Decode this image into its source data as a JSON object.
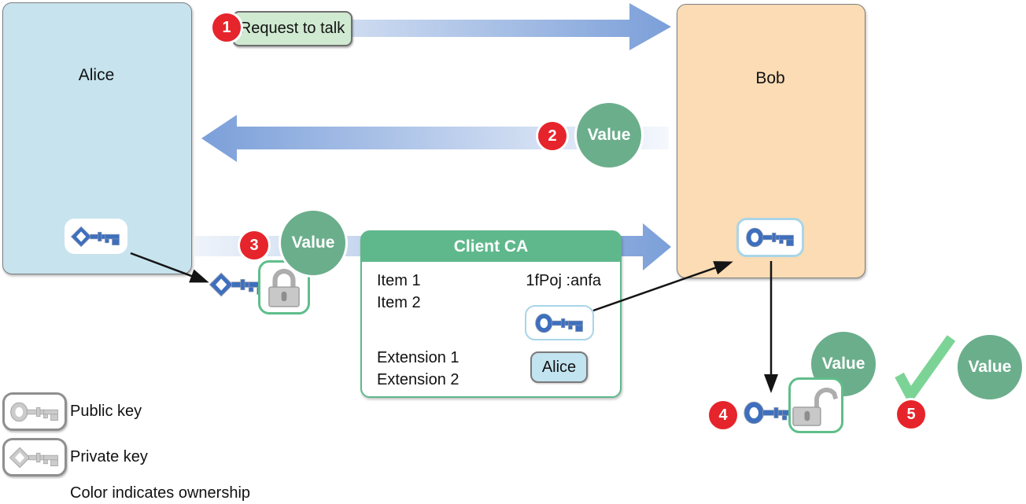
{
  "actors": {
    "alice": "Alice",
    "bob": "Bob"
  },
  "steps": {
    "s1": {
      "num": "1",
      "message": "Request to talk"
    },
    "s2": {
      "num": "2",
      "value": "Value"
    },
    "s3": {
      "num": "3",
      "value": "Value"
    },
    "s4": {
      "num": "4",
      "value": "Value"
    },
    "s5": {
      "num": "5",
      "value": "Value"
    }
  },
  "certificate": {
    "title": "Client CA",
    "item1": "Item 1",
    "item2": "Item 2",
    "signature": "1fPoj :anfa",
    "subject": "Alice",
    "extension1": "Extension 1",
    "extension2": "Extension 2"
  },
  "legend": {
    "public_key": "Public key",
    "private_key": "Private key",
    "note": "Color indicates ownership"
  },
  "icons": {
    "public_key": "public-key-icon",
    "private_key": "private-key-icon",
    "closed_padlock": "closed-padlock-icon",
    "open_padlock": "open-padlock-icon",
    "check": "check-icon",
    "request_arrow": "arrow-right-icon",
    "response_arrow": "arrow-left-icon"
  },
  "colors": {
    "alice_box": "#C7E3EE",
    "bob_box": "#FBDCB4",
    "arrow_blue": "#7B9FD9",
    "arrow_light": "#EFF4FA",
    "value_green": "#6BAE8C",
    "cert_green": "#5FB88C",
    "badge_red": "#E6242B",
    "key_blue": "#3E6FBE",
    "check_green": "#7BD496",
    "message_green": "#D0E9D1",
    "subject_chip_blue": "#C2E3F0",
    "lock_gray": "#C8C8C8"
  }
}
